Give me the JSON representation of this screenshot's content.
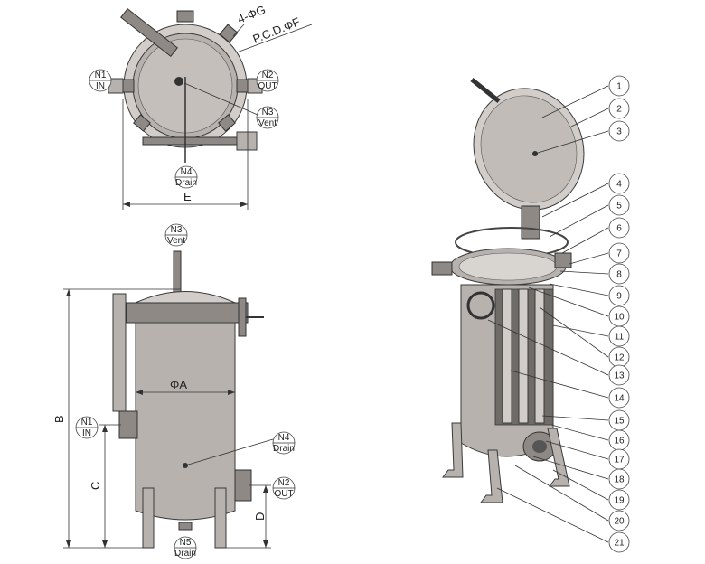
{
  "top_view": {
    "dims": {
      "bolt_holes": "4-ΦG",
      "pcd": "P.C.D.ΦF",
      "width": "E"
    },
    "nozzles": [
      {
        "id": "N1",
        "text": "IN"
      },
      {
        "id": "N2",
        "text": "OUT"
      },
      {
        "id": "N3",
        "text": "Vent"
      },
      {
        "id": "N4",
        "text": "Drain"
      }
    ]
  },
  "side_view": {
    "dims": {
      "diameter": "ΦA",
      "height": "B",
      "inlet_height": "C",
      "outlet_height": "D"
    },
    "nozzles": [
      {
        "id": "N3",
        "text": "Vent"
      },
      {
        "id": "N1",
        "text": "IN"
      },
      {
        "id": "N4",
        "text": "Drain"
      },
      {
        "id": "N2",
        "text": "OUT"
      },
      {
        "id": "N5",
        "text": "Drain"
      }
    ]
  },
  "iso_view": {
    "callouts": [
      "1",
      "2",
      "3",
      "4",
      "5",
      "6",
      "7",
      "8",
      "9",
      "10",
      "11",
      "12",
      "13",
      "14",
      "15",
      "16",
      "17",
      "18",
      "19",
      "20",
      "21"
    ]
  },
  "colors": {
    "metal": "#b7b2ad",
    "line": "#333333"
  }
}
